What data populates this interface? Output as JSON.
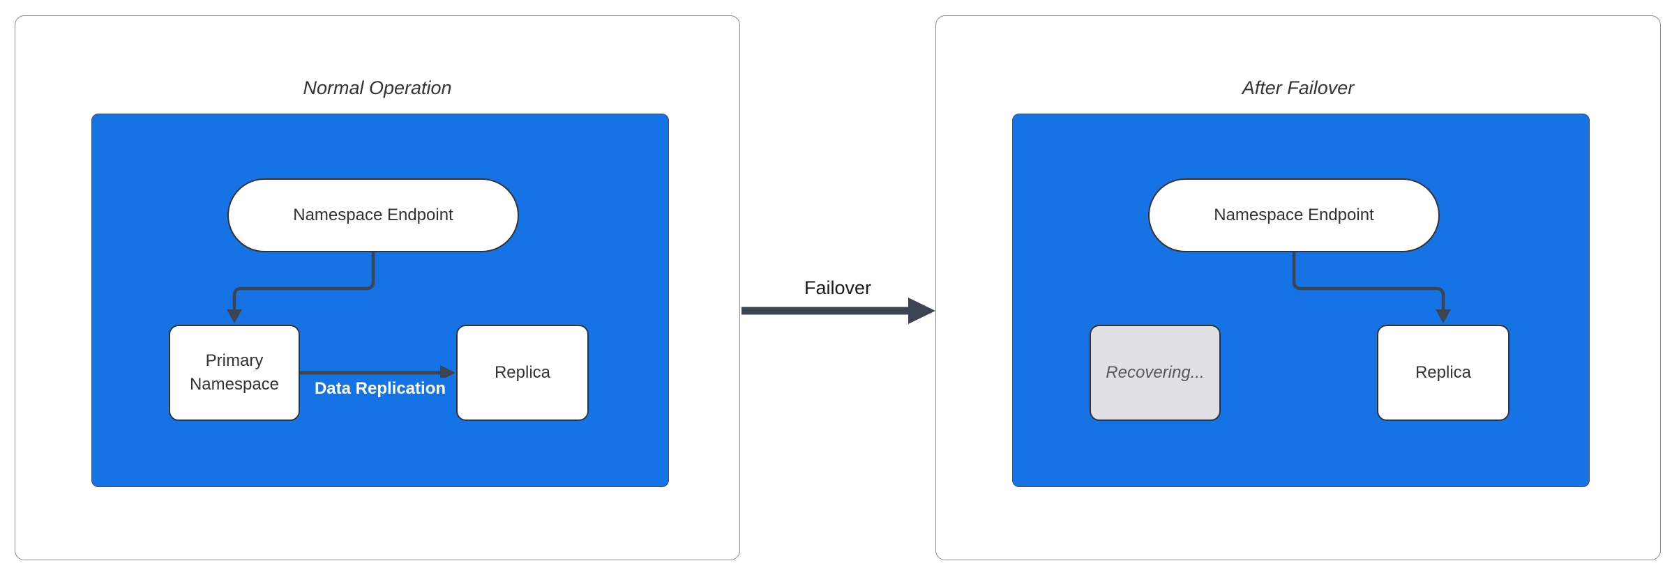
{
  "diagram": {
    "transition": {
      "label": "Failover"
    },
    "panels": [
      {
        "title": "Normal Operation",
        "endpoint_label": "Namespace Endpoint",
        "left_node_label": "Primary Namespace",
        "right_node_label": "Replica",
        "edge_label": "Data Replication"
      },
      {
        "title": "After Failover",
        "endpoint_label": "Namespace Endpoint",
        "left_node_label": "Recovering...",
        "right_node_label": "Replica"
      }
    ],
    "colors": {
      "container_fill": "#1673e6",
      "node_fill": "#ffffff",
      "node_border": "#333333",
      "edge_stroke": "#3d4451",
      "panel_border": "#8a8a8a",
      "recovering_fill": "#e1e1e4",
      "recovering_text": "#55595f",
      "edge_label_text": "#ffffff",
      "title_text": "#333333"
    }
  }
}
